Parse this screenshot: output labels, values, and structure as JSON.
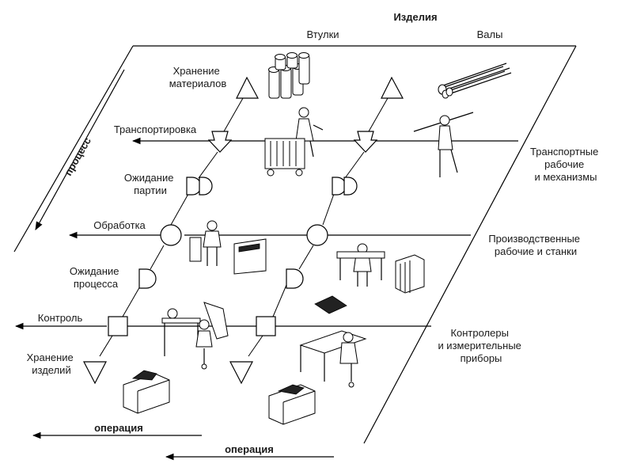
{
  "header": {
    "products": "Изделия",
    "bushings": "Втулки",
    "shafts": "Валы"
  },
  "process_axis": "процесс",
  "stages": {
    "material_storage": [
      "Хранение",
      "материалов"
    ],
    "transportation": "Транспортировка",
    "batch_waiting": [
      "Ожидание",
      "партии"
    ],
    "processing": "Обработка",
    "process_waiting": [
      "Ожидание",
      "процесса"
    ],
    "control": "Контроль",
    "product_storage": [
      "Хранение",
      "изделий"
    ]
  },
  "resources": {
    "transport": [
      "Транспортные",
      "рабочие",
      "и механизмы"
    ],
    "production": [
      "Производственные",
      "рабочие и станки"
    ],
    "inspection": [
      "Контролеры",
      "и измерительные",
      "приборы"
    ]
  },
  "operation_axis": [
    "операция",
    "операция"
  ]
}
